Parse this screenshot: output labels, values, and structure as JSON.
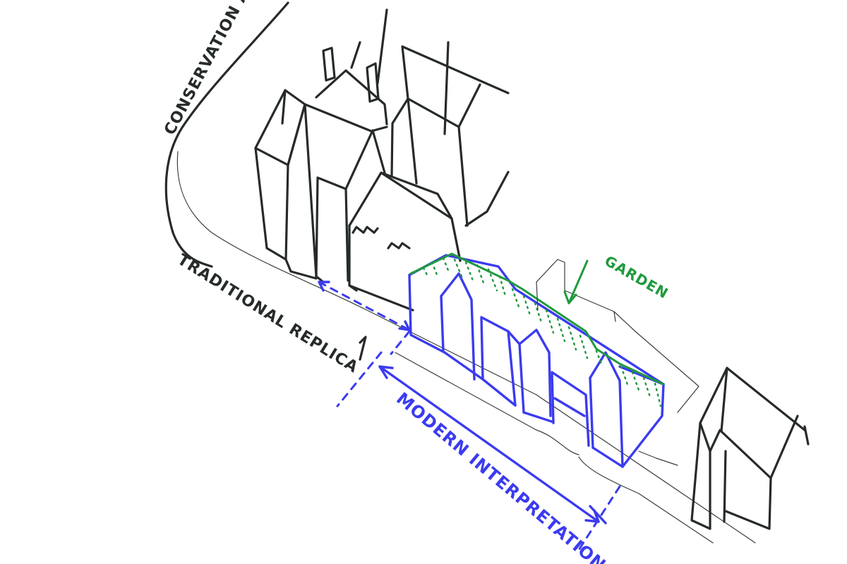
{
  "labels": {
    "conservation_area": "CONSERVATION AREA",
    "traditional_replica": "TRADITIONAL REPLICA",
    "modern_interpretation": "MODERN INTERPRETATION",
    "garden": "GARDEN"
  },
  "colors": {
    "existing_buildings": "#262a2a",
    "proposal": "#3b3bf0",
    "garden": "#1f9a3d"
  }
}
